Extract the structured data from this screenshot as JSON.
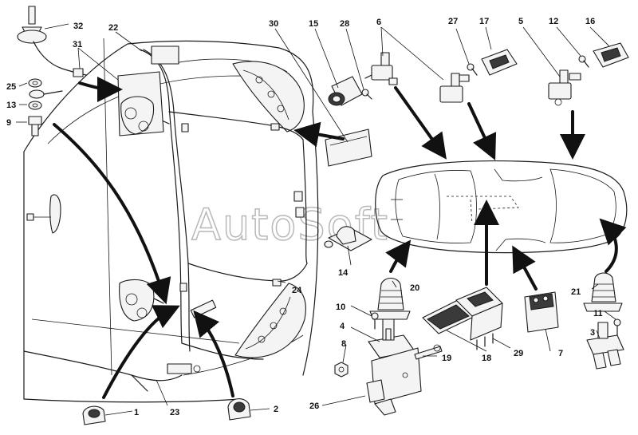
{
  "watermark": "AutoSoft",
  "callouts": {
    "c1": "1",
    "c2": "2",
    "c3": "3",
    "c4": "4",
    "c5": "5",
    "c6": "6",
    "c7": "7",
    "c8": "8",
    "c9": "9",
    "c10": "10",
    "c11": "11",
    "c12": "12",
    "c13": "13",
    "c14": "14",
    "c15": "15",
    "c16": "16",
    "c17": "17",
    "c18": "18",
    "c19": "19",
    "c20": "20",
    "c21": "21",
    "c22": "22",
    "c23": "23",
    "c24": "24",
    "c25": "25",
    "c26": "26",
    "c27": "27",
    "c28": "28",
    "c29": "29",
    "c30": "30",
    "c31": "31",
    "c32": "32"
  }
}
